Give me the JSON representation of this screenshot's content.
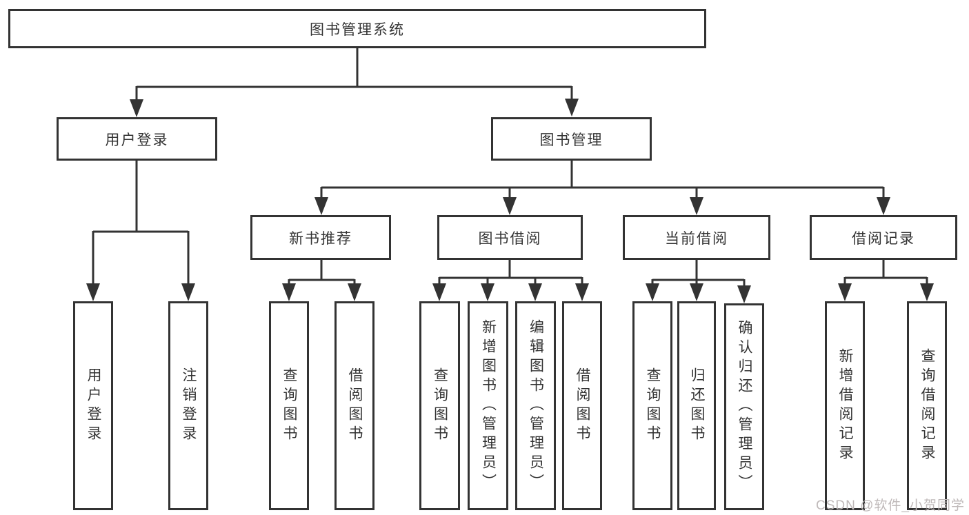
{
  "root": {
    "label": "图书管理系统"
  },
  "branches": {
    "user": {
      "label": "用户登录",
      "leaves": [
        "用户登录",
        "注销登录"
      ]
    },
    "books": {
      "label": "图书管理"
    }
  },
  "sections": [
    {
      "label": "新书推荐",
      "leaves": [
        "查询图书",
        "借阅图书"
      ]
    },
    {
      "label": "图书借阅",
      "leaves": [
        "查询图书",
        "新增图书（管理员）",
        "编辑图书（管理员）",
        "借阅图书"
      ]
    },
    {
      "label": "当前借阅",
      "leaves": [
        "查询图书",
        "归还图书",
        "确认归还（管理员）"
      ]
    },
    {
      "label": "借阅记录",
      "leaves": [
        "新增借阅记录",
        "查询借阅记录"
      ]
    }
  ],
  "watermark": "CSDN @软件_小贺同学",
  "colors": {
    "line": "#333333",
    "box_border": "#333333",
    "box_fill": "#ffffff",
    "text": "#333333",
    "watermark": "#bfb9b9",
    "background": "#ffffff"
  }
}
